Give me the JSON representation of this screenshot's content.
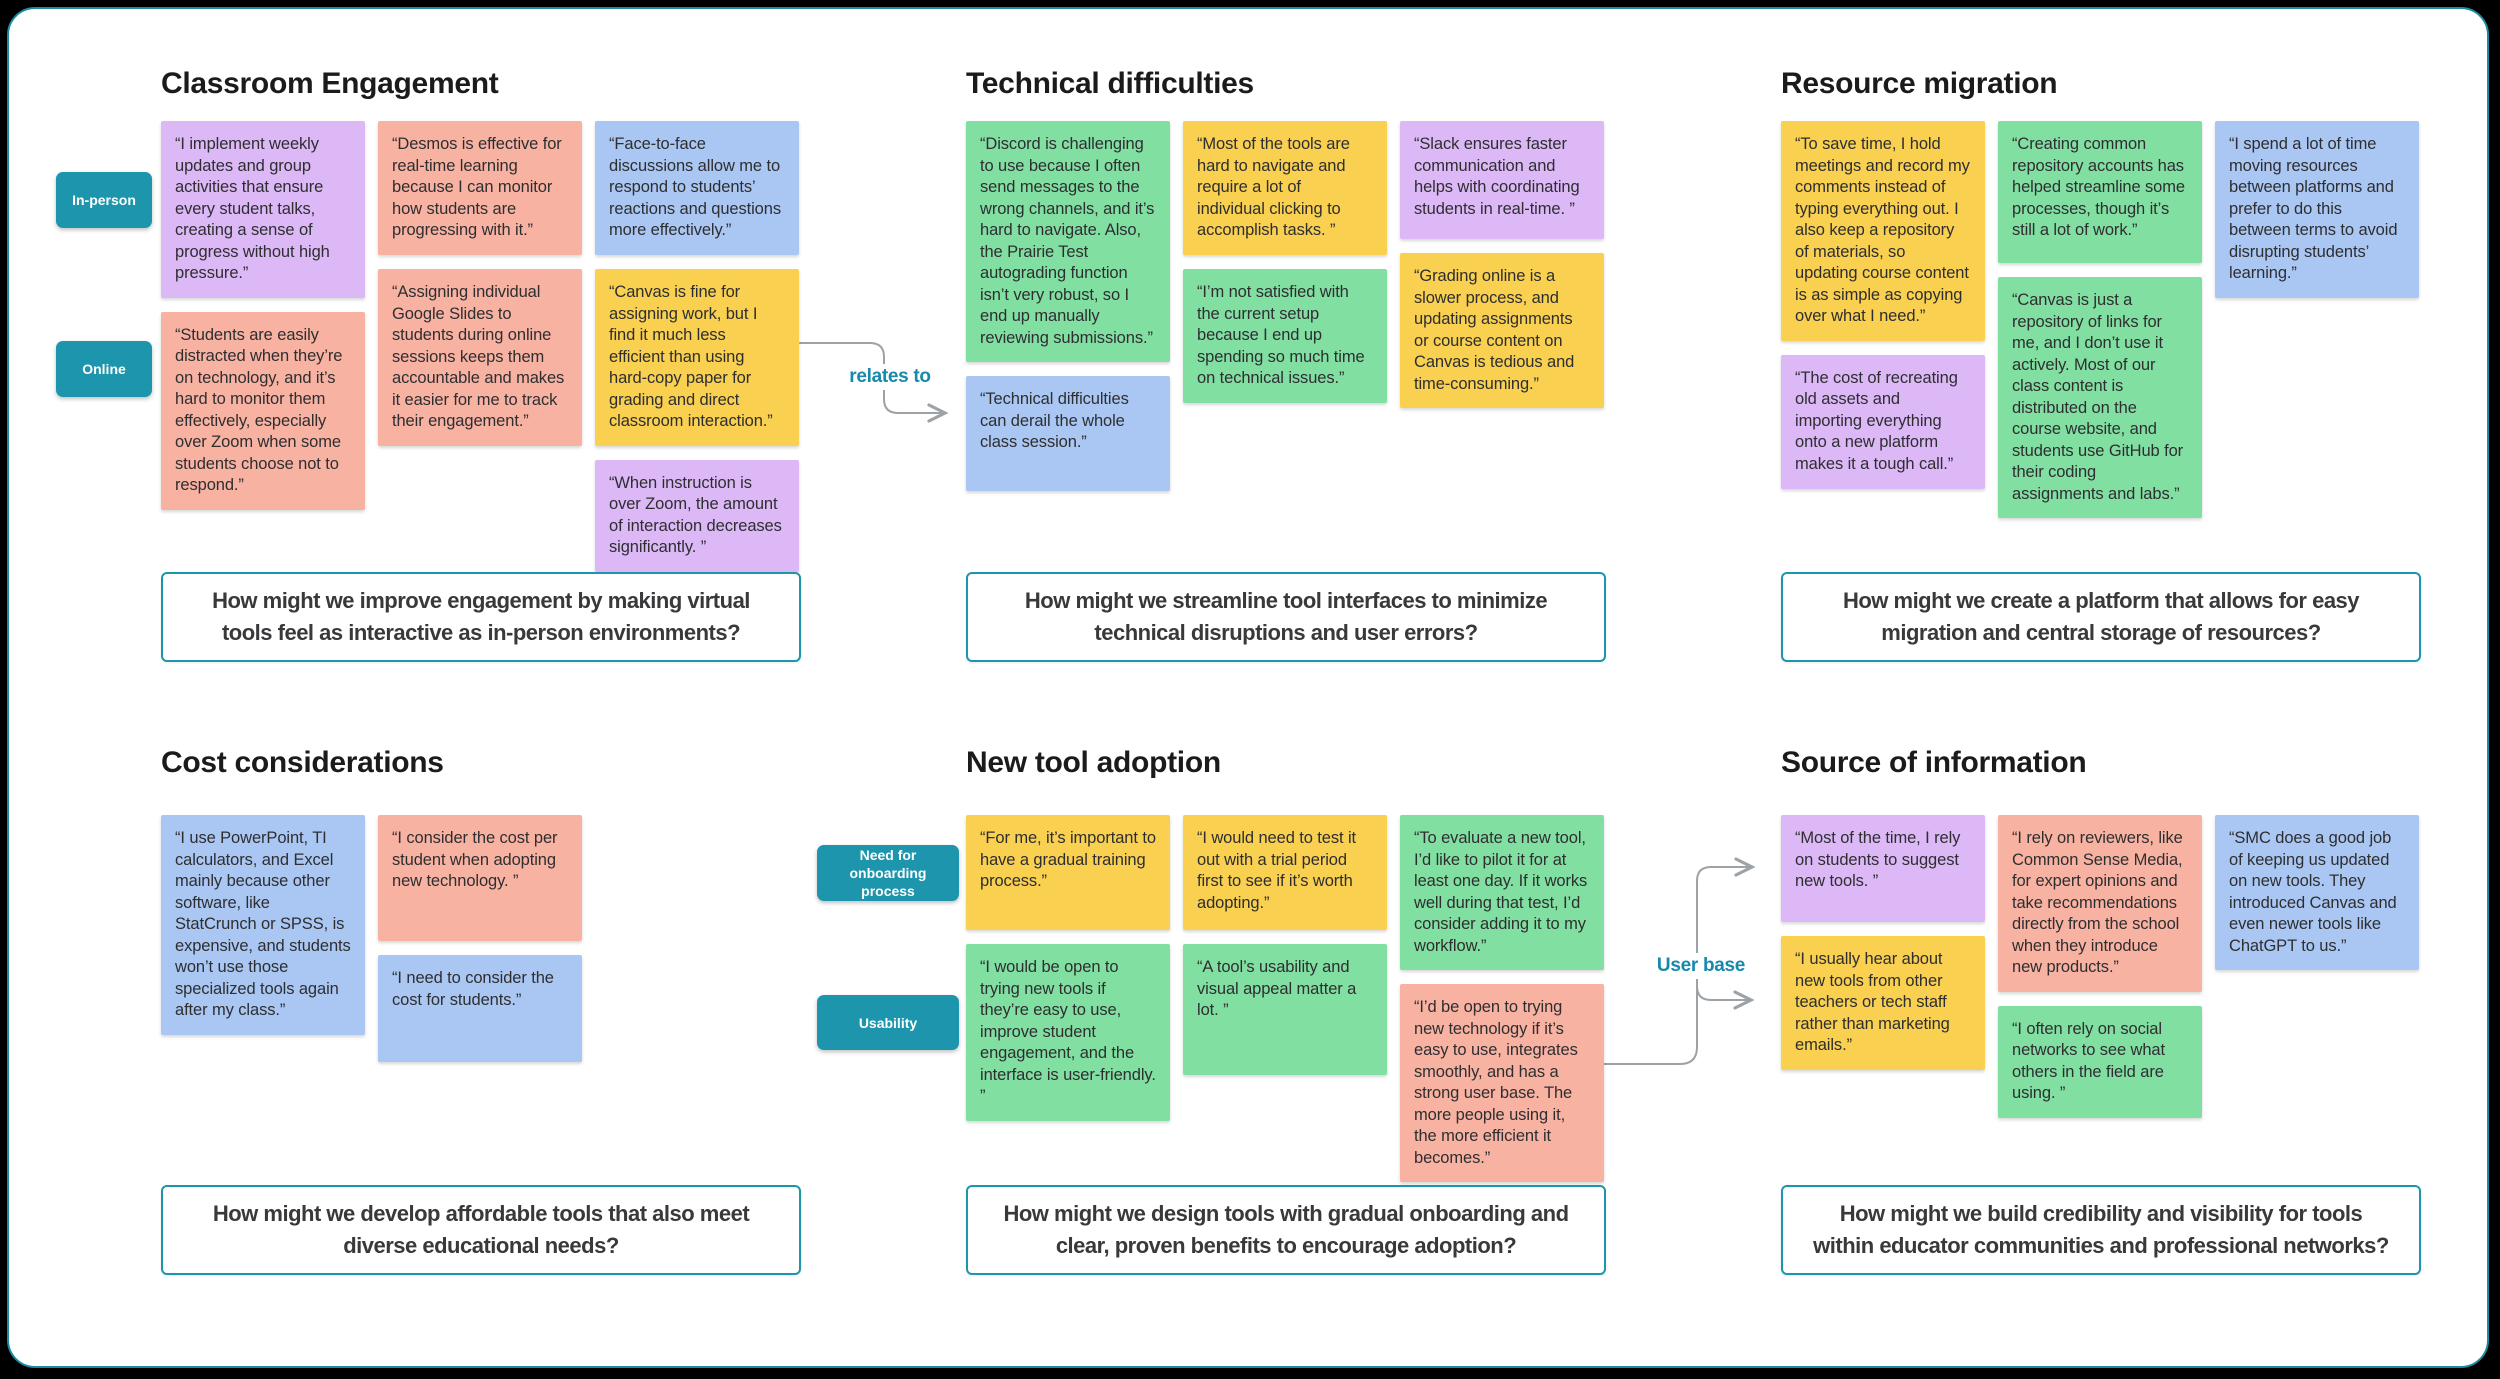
{
  "palette": {
    "purple": "#dcb8f6",
    "salmon": "#f8b2a2",
    "blue": "#a9c7f2",
    "yellow": "#f9d04f",
    "green": "#82dfa2",
    "tag_teal": "#1d96ad",
    "label_teal": "#1689ad",
    "connector_gray": "#9da2a6",
    "hmw_border": "#1d96ad",
    "canvas_border": "#1d89a4"
  },
  "tags": [
    {
      "label": "In-person"
    },
    {
      "label": "Online"
    },
    {
      "label": "Need for onboarding process"
    },
    {
      "label": "Usability"
    }
  ],
  "connectors": [
    {
      "label": "relates to"
    },
    {
      "label": "User base"
    }
  ],
  "sections": [
    {
      "title": "Classroom Engagement",
      "hmw": "How might we improve engagement by making virtual tools feel as interactive as in-person environments?",
      "columns": [
        [
          {
            "color": "purple",
            "text": "“I implement weekly updates and group activities that ensure every student talks, creating a sense of progress without high pressure.”"
          },
          {
            "color": "salmon",
            "text": "“Students are easily distracted when they’re on technology, and it’s hard to monitor them effectively, especially over Zoom when some students choose not to respond.”"
          }
        ],
        [
          {
            "color": "salmon",
            "text": "“Desmos is effective for real-time learning because I can monitor how students are progressing with it.”"
          },
          {
            "color": "salmon",
            "text": "“Assigning individual Google Slides to students during online sessions keeps them accountable and makes it easier for me to track their engagement.”"
          }
        ],
        [
          {
            "color": "blue",
            "text": "“Face-to-face discussions allow me to respond to students’ reactions and questions more effectively.”"
          },
          {
            "color": "yellow",
            "text": "“Canvas is fine for assigning work, but I find it much less efficient than using hard-copy paper for grading and direct classroom interaction.”"
          },
          {
            "color": "purple",
            "text": "“When instruction is over Zoom, the amount of interaction decreases significantly. ”"
          }
        ]
      ]
    },
    {
      "title": "Technical difficulties",
      "hmw": "How might we streamline tool interfaces to minimize technical disruptions and user errors?",
      "columns": [
        [
          {
            "color": "green",
            "text": "“Discord is challenging to use because I often send messages to the wrong channels, and it’s hard to navigate. Also, the Prairie Test autograding function isn’t very robust, so I end up manually reviewing submissions.”"
          },
          {
            "color": "blue",
            "text": "“Technical difficulties can derail the whole class session.”"
          }
        ],
        [
          {
            "color": "yellow",
            "text": "“Most of the tools are hard to navigate and require a lot of individual clicking to accomplish tasks. ”"
          },
          {
            "color": "green",
            "text": "“I’m not satisfied with the current setup because I end up spending so much time on technical issues.”"
          }
        ],
        [
          {
            "color": "purple",
            "text": "“Slack ensures faster communication and helps with coordinating students in real-time. ”"
          },
          {
            "color": "yellow",
            "text": "“Grading online is a slower process, and updating assignments or course content on Canvas is tedious and time-consuming.”"
          }
        ]
      ]
    },
    {
      "title": "Resource migration",
      "hmw": "How might we create a platform that allows for easy migration and central storage of resources?",
      "columns": [
        [
          {
            "color": "yellow",
            "text": "“To save time, I hold meetings and record my comments instead of typing everything out. I also keep a repository of materials, so updating course content is as simple as copying over what I need.”"
          },
          {
            "color": "purple",
            "text": "“The cost of recreating old assets and importing everything onto a new platform makes it a tough call.”"
          }
        ],
        [
          {
            "color": "green",
            "text": "“Creating common repository accounts has helped streamline some processes, though it’s still a lot of work.”"
          },
          {
            "color": "green",
            "text": "“Canvas is just a repository of links for me, and I don’t use it actively. Most of our class content is distributed on the course website, and students use GitHub for their coding assignments and labs.”"
          }
        ],
        [
          {
            "color": "blue",
            "text": "“I spend a lot of time moving resources between platforms and prefer to do this between terms to avoid disrupting students’ learning.”"
          }
        ]
      ]
    },
    {
      "title": "Cost considerations",
      "hmw": "How might we develop affordable tools that also meet diverse educational needs?",
      "columns": [
        [
          {
            "color": "blue",
            "text": "“I use PowerPoint, TI calculators, and Excel mainly because other software, like StatCrunch or SPSS, is expensive, and students won’t use those specialized tools again after my class.”"
          }
        ],
        [
          {
            "color": "salmon",
            "text": "“I consider the cost per student when adopting new technology. ”"
          },
          {
            "color": "blue",
            "text": "“I need to consider the cost for students.”"
          }
        ]
      ]
    },
    {
      "title": "New tool adoption",
      "hmw": "How might we design tools with gradual onboarding and clear, proven benefits to encourage adoption?",
      "columns": [
        [
          {
            "color": "yellow",
            "text": "“For me, it’s important to have a gradual training process.”"
          },
          {
            "color": "green",
            "text": "“I would be open to trying new tools if they’re easy to use, improve student engagement, and the interface is user-friendly. ”"
          }
        ],
        [
          {
            "color": "yellow",
            "text": "“I would need to test it out with a trial period first to see if it’s worth adopting.”"
          },
          {
            "color": "green",
            "text": "“A tool’s usability and visual appeal matter a lot. ”"
          }
        ],
        [
          {
            "color": "green",
            "text": "“To evaluate a new tool, I’d like to pilot it for at least one day. If it works well during that test, I’d consider adding it to my workflow.”"
          },
          {
            "color": "salmon",
            "text": "“I’d be open to trying new technology if it’s easy to use, integrates smoothly, and has a strong user base. The more people using it, the more efficient it becomes.”"
          }
        ]
      ]
    },
    {
      "title": "Source of information",
      "hmw": "How might we build credibility and visibility for tools within educator communities and professional networks?",
      "columns": [
        [
          {
            "color": "purple",
            "text": "“Most of the time, I rely on students to suggest new tools. ”"
          },
          {
            "color": "yellow",
            "text": "“I usually hear about new tools from other teachers or tech staff rather than marketing emails.”"
          }
        ],
        [
          {
            "color": "salmon",
            "text": "“I rely on reviewers, like Common Sense Media, for expert opinions and take recommendations directly from the school when they introduce new products.”"
          },
          {
            "color": "green",
            "text": "“I often rely on social networks to see what others in the field are using. ”"
          }
        ],
        [
          {
            "color": "blue",
            "text": "“SMC does a good job of keeping us updated on new tools. They introduced Canvas and even newer tools like ChatGPT to us.”"
          }
        ]
      ]
    }
  ]
}
